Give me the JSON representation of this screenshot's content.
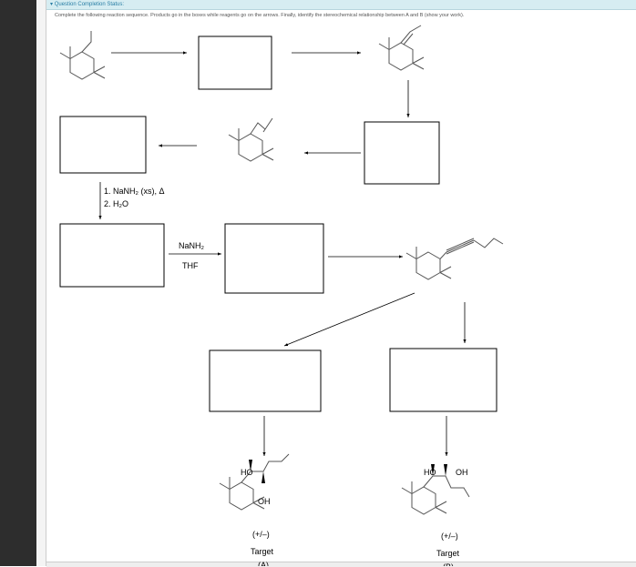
{
  "header": {
    "status_label": "Question Completion Status:"
  },
  "question": {
    "instructions": "Complete the following reaction sequence. Products go in the boxes while reagents go on the arrows. Finally, identify the stereochemical relationship between A and B (show your work)."
  },
  "reagents": {
    "step1": "1. NaNH₂ (xs), Δ",
    "step2": "2. H₂O",
    "base": "NaNH₂",
    "solvent": "THF"
  },
  "targets": {
    "a": {
      "ho": "HO",
      "oh": "OH",
      "racemic": "(+/–)",
      "label": "Target",
      "id": "(A)"
    },
    "b": {
      "ho": "HO",
      "oh": "OH",
      "racemic": "(+/–)",
      "label": "Target",
      "id": "(B)"
    }
  }
}
